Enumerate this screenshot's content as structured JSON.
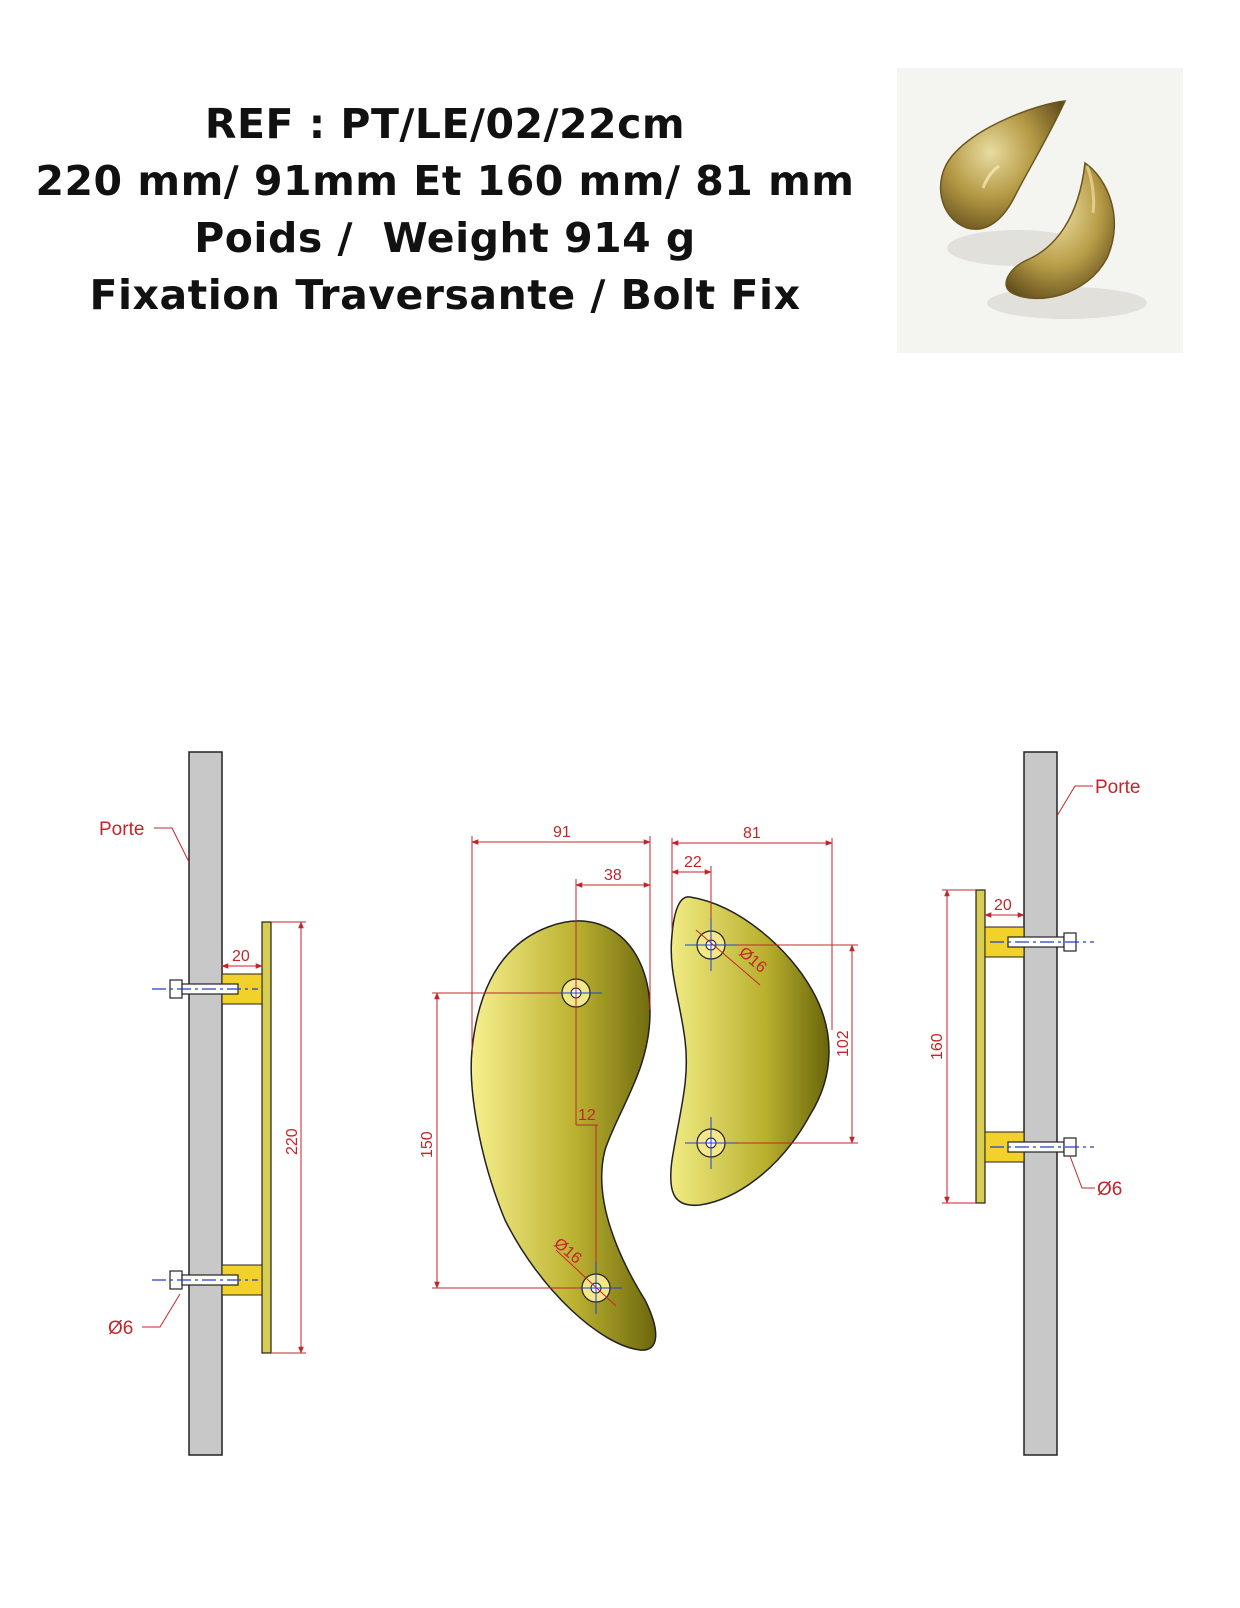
{
  "header": {
    "line1": "REF : PT/LE/02/22cm",
    "line2": "220 mm/ 91mm Et 160 mm/ 81 mm",
    "line3": "Poids /  Weight 914 g",
    "line4": "Fixation Traversante / Bolt Fix"
  },
  "photo": {
    "icon": "brass-leaf-handles-photo"
  },
  "colors": {
    "dimension": "#c0262b",
    "brass_light": "#f2ec8a",
    "brass_dark": "#6f6a0c",
    "door": "#c8c8c8",
    "bracket": "#f2d12b",
    "axis": "#1f3fd0"
  },
  "left_view": {
    "door_label": "Porte",
    "standoff": "20",
    "height": "220",
    "bolt": "Ø6"
  },
  "front_large": {
    "width": "91",
    "hole_offset": "38",
    "height": "150",
    "offset": "12",
    "hole": "Ø16"
  },
  "front_small": {
    "width": "81",
    "hole_offset": "22",
    "height": "102",
    "hole": "Ø16"
  },
  "right_view": {
    "door_label": "Porte",
    "standoff": "20",
    "height": "160",
    "bolt": "Ø6"
  }
}
